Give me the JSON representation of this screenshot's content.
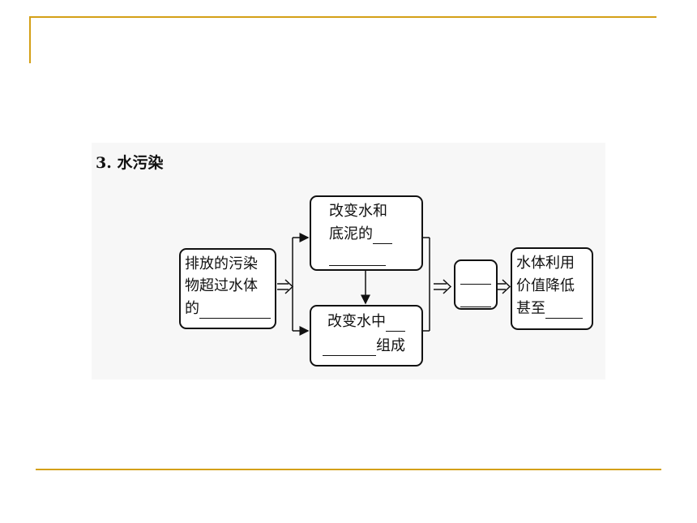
{
  "colors": {
    "rule": "#d4a017",
    "figure_bg": "#f7f7f7",
    "ink": "#111111"
  },
  "heading": "3. 水污染",
  "box_source": {
    "line1": "排放的污染",
    "line2": "物超过水体",
    "line3": "的"
  },
  "box_top": {
    "line1": "改变水和",
    "line2": "底泥的"
  },
  "box_bottom": {
    "line1": "改变水中",
    "line2": "组成"
  },
  "box_blank": "",
  "box_result": {
    "line1": "水体利用",
    "line2": "价值降低",
    "line3": "甚至"
  }
}
